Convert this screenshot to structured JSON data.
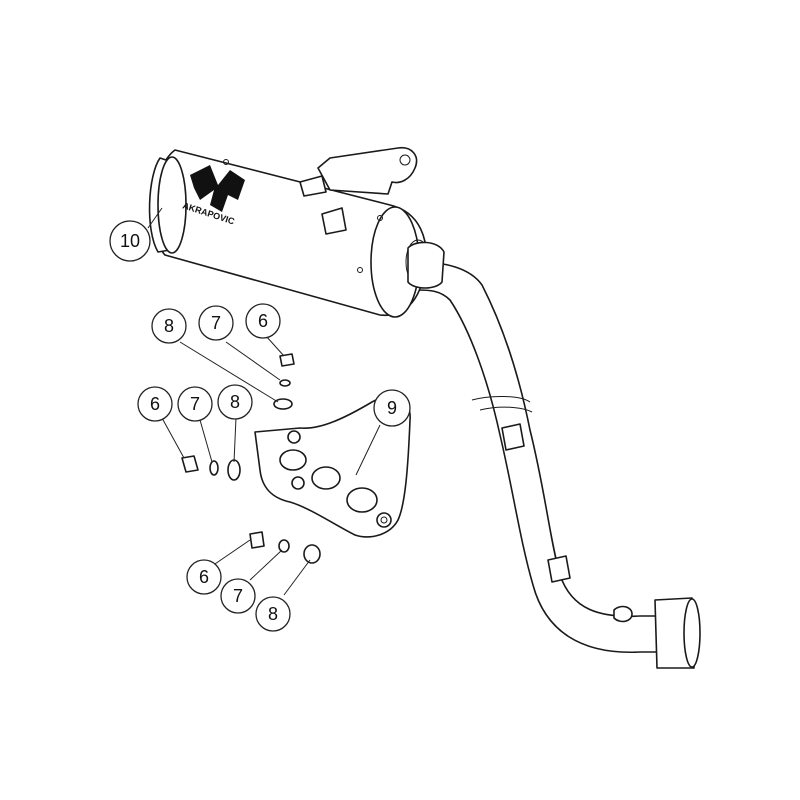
{
  "diagram": {
    "brand_logo_text": "AKRAPOVIC",
    "highlight_color": "#f5f000",
    "line_color": "#1a1a1a",
    "callouts": [
      {
        "id": "c10",
        "label": "10"
      },
      {
        "id": "c8a",
        "label": "8"
      },
      {
        "id": "c7a",
        "label": "7"
      },
      {
        "id": "c6a",
        "label": "6"
      },
      {
        "id": "c6b",
        "label": "6"
      },
      {
        "id": "c7b",
        "label": "7"
      },
      {
        "id": "c8b",
        "label": "8"
      },
      {
        "id": "c9",
        "label": "9"
      },
      {
        "id": "c6c",
        "label": "6"
      },
      {
        "id": "c7c",
        "label": "7"
      },
      {
        "id": "c8c",
        "label": "8"
      }
    ]
  }
}
